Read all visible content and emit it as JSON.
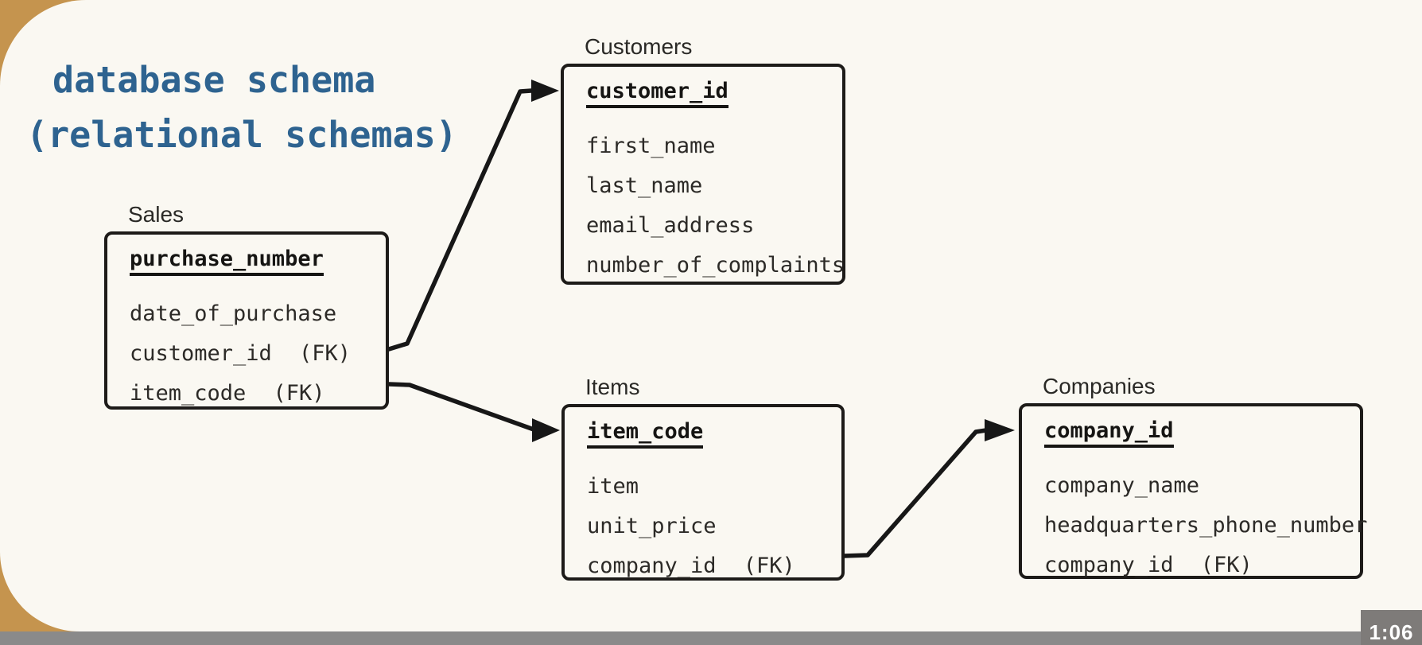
{
  "title": {
    "line1": "database schema",
    "line2": "(relational schemas)"
  },
  "labels": {
    "fk": "(FK)"
  },
  "tables": {
    "sales": {
      "name": "Sales",
      "primary_key": "purchase_number",
      "fields": [
        {
          "name": "date_of_purchase",
          "fk": false
        },
        {
          "name": "customer_id",
          "fk": true
        },
        {
          "name": "item_code",
          "fk": true
        }
      ]
    },
    "customers": {
      "name": "Customers",
      "primary_key": "customer_id",
      "fields": [
        {
          "name": "first_name",
          "fk": false
        },
        {
          "name": "last_name",
          "fk": false
        },
        {
          "name": "email_address",
          "fk": false
        },
        {
          "name": "number_of_complaints",
          "fk": false
        }
      ]
    },
    "items": {
      "name": "Items",
      "primary_key": "item_code",
      "fields": [
        {
          "name": "item",
          "fk": false
        },
        {
          "name": "unit_price",
          "fk": false
        },
        {
          "name": "company_id",
          "fk": true
        }
      ]
    },
    "companies": {
      "name": "Companies",
      "primary_key": "company_id",
      "fields": [
        {
          "name": "company_name",
          "fk": false
        },
        {
          "name": "headquarters_phone_number",
          "fk": false
        },
        {
          "name": "company_id",
          "fk": true
        }
      ]
    }
  },
  "relationships": [
    {
      "from": "Sales.customer_id",
      "to": "Customers.customer_id"
    },
    {
      "from": "Sales.item_code",
      "to": "Items.item_code"
    },
    {
      "from": "Items.company_id",
      "to": "Companies.company_id"
    }
  ],
  "video_overlay": {
    "timestamp": "1:06"
  },
  "colors": {
    "background": "#c5944e",
    "panel": "#faf8f2",
    "title": "#2e6390",
    "ink": "#1d1b19",
    "badge_bg": "#7e7b79",
    "badge_text": "#ffffff"
  }
}
